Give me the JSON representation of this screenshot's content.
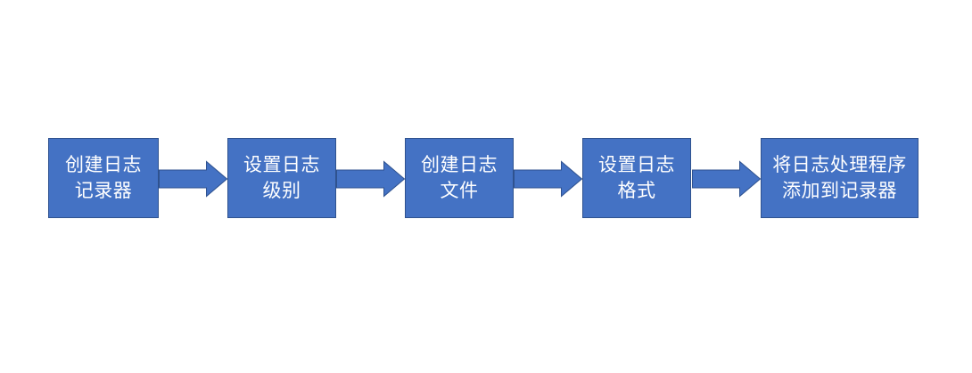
{
  "diagram": {
    "type": "flowchart",
    "direction": "left-to-right",
    "connector_style": "block-arrow-right",
    "steps": [
      {
        "label": "创建日志记录器",
        "line1": "创建日志",
        "line2": "记录器"
      },
      {
        "label": "设置日志级别",
        "line1": "设置日志",
        "line2": "级别"
      },
      {
        "label": "创建日志文件",
        "line1": "创建日志",
        "line2": "文件"
      },
      {
        "label": "设置日志格式",
        "line1": "设置日志",
        "line2": "格式"
      },
      {
        "label": "将日志处理程序添加到记录器",
        "line1": "将日志处理程序",
        "line2": "添加到记录器"
      }
    ]
  },
  "colors": {
    "shape_fill": "#4472C4",
    "shape_border": "#2F528F",
    "text": "#FFFFFF",
    "background": "#FFFFFF"
  }
}
